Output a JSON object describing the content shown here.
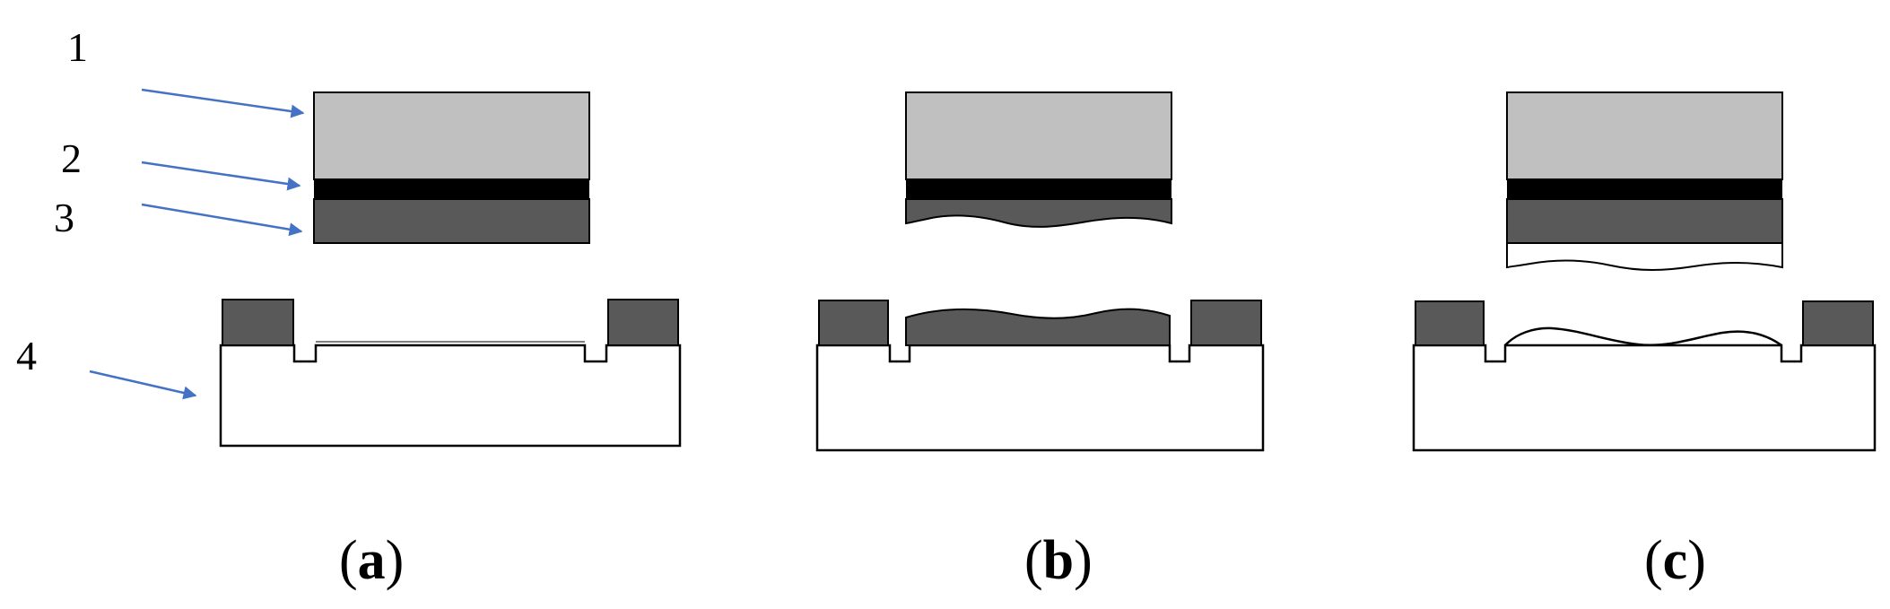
{
  "labels": {
    "layer_1": "1",
    "layer_2": "2",
    "layer_3": "3",
    "substrate_4": "4"
  },
  "panels": [
    {
      "id": "a",
      "open": "(",
      "letter": "a",
      "close": ")"
    },
    {
      "id": "b",
      "open": "(",
      "letter": "b",
      "close": ")"
    },
    {
      "id": "c",
      "open": "(",
      "letter": "c",
      "close": ")"
    }
  ],
  "colors": {
    "layer_1_fill": "#c0c0c0",
    "layer_2_fill": "#000000",
    "layer_3_fill": "#595959",
    "substrate_fill": "#ffffff",
    "arrow": "#4472c4",
    "outline": "#000000"
  }
}
